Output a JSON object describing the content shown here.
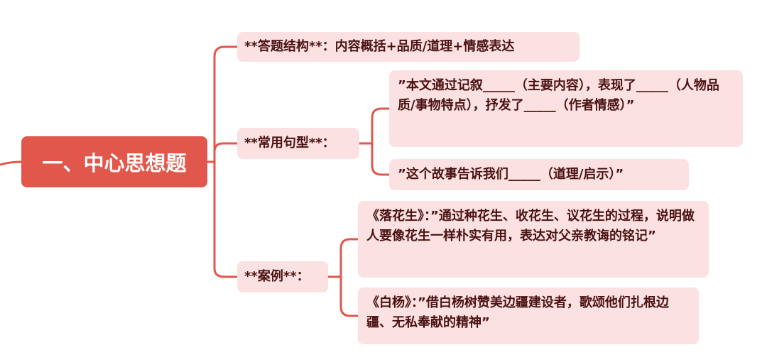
{
  "root": {
    "title": "一、中心思想题"
  },
  "branches": [
    {
      "label": "**答题结构**：内容概括+品质/道理+情感表达",
      "children": []
    },
    {
      "label": "**常用句型**：",
      "children": [
        "”本文通过记叙_____（主要内容），表现了_____（人物品质/事物特点），抒发了_____（作者情感）”",
        "”这个故事告诉我们_____（道理/启示）”"
      ]
    },
    {
      "label": "**案例**：",
      "children": [
        "《落花生》：”通过种花生、收花生、议花生的过程，说明做人要像花生一样朴实有用，表达对父亲教诲的铭记”",
        "《白杨》：”借白杨树赞美边疆建设者，歌颂他们扎根边疆、无私奉献的精神”"
      ]
    }
  ],
  "colors": {
    "root_bg": "#e2574c",
    "node_bg": "#fbe1e1",
    "connector": "#e2574c",
    "text": "#4a1212"
  }
}
